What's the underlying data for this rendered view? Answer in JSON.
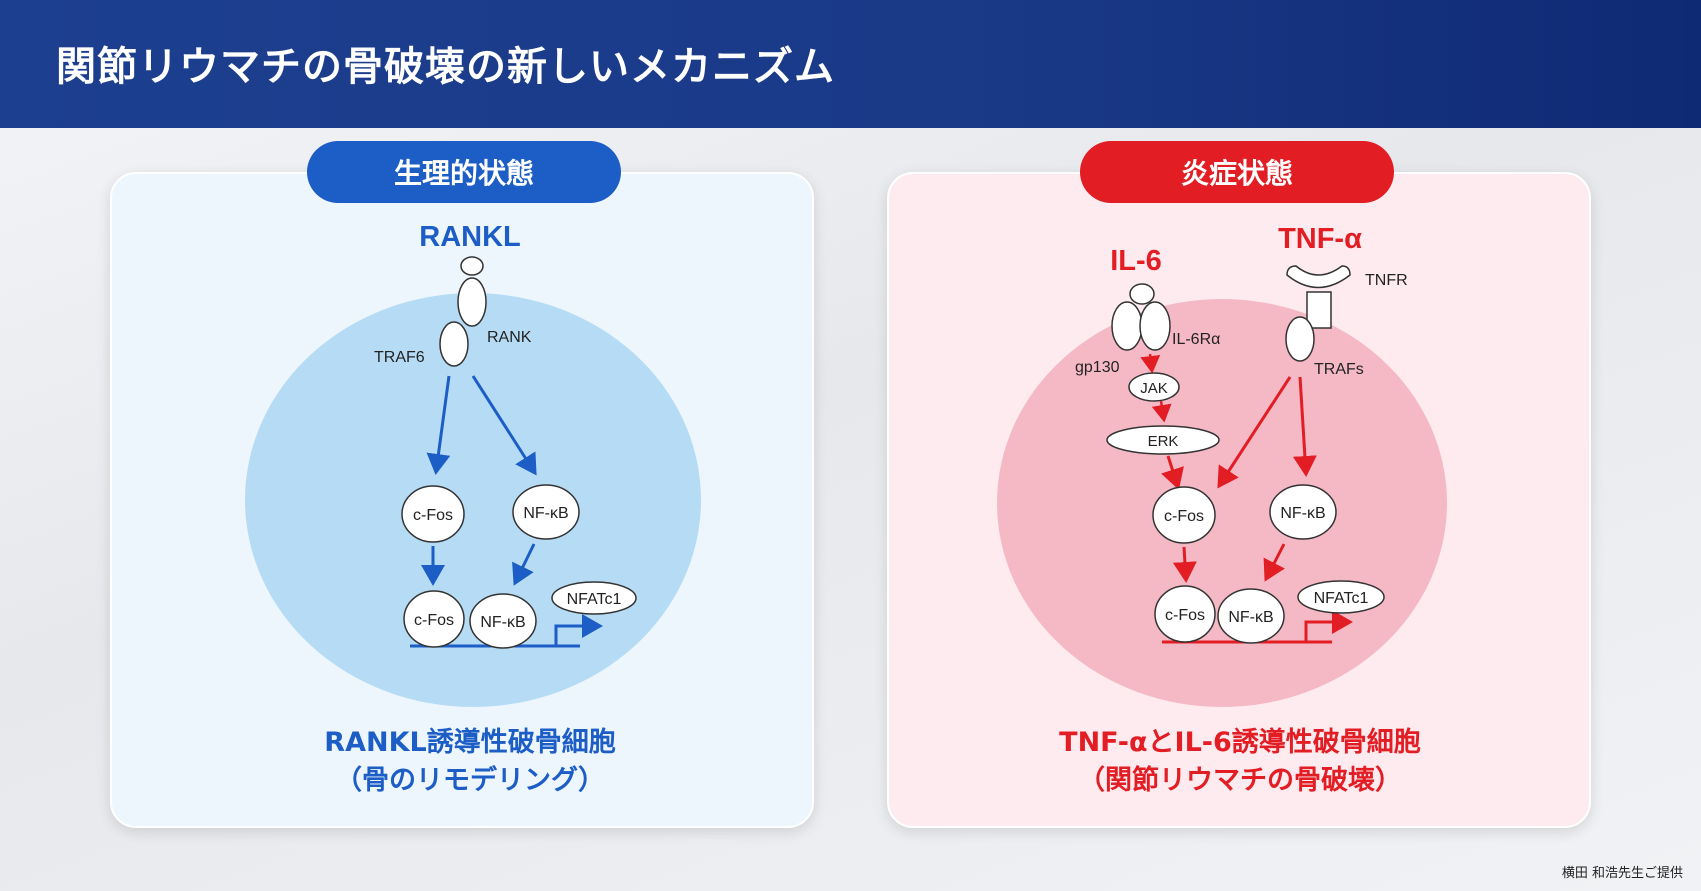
{
  "header": {
    "title": "関節リウマチの骨破壊の新しいメカニズム"
  },
  "left_panel": {
    "pill": "生理的状態",
    "ligand": "RANKL",
    "receptor": "RANK",
    "adapter": "TRAF6",
    "node_cfos": "c-Fos",
    "node_nfkb": "NF-κB",
    "complex_cfos": "c-Fos",
    "complex_nfkb": "NF-κB",
    "target": "NFATc1",
    "caption_line1": "RANKL誘導性破骨細胞",
    "caption_line2": "（骨のリモデリング）"
  },
  "right_panel": {
    "pill": "炎症状態",
    "ligand_il6": "IL-6",
    "ligand_tnf": "TNF-α",
    "receptor_tnfr": "TNFR",
    "receptor_il6r": "IL-6Rα",
    "gp130": "gp130",
    "trafs": "TRAFs",
    "jak": "JAK",
    "erk": "ERK",
    "node_cfos": "c-Fos",
    "node_nfkb": "NF-κB",
    "complex_cfos": "c-Fos",
    "complex_nfkb": "NF-κB",
    "target": "NFATc1",
    "caption_line1": "TNF-αとIL-6誘導性破骨細胞",
    "caption_line2": "（関節リウマチの骨破壊）"
  },
  "credit": "横田 和浩先生ご提供",
  "colors": {
    "blue": "#1c5dc6",
    "red": "#e21d24",
    "cell_blue": "#b6dcf5",
    "cell_pink": "#f5b9c6"
  }
}
